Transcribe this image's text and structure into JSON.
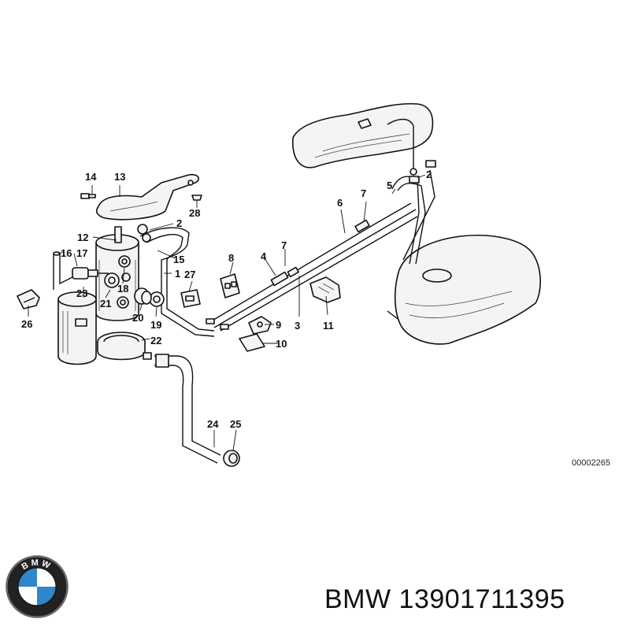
{
  "diagram": {
    "reference_code": "00002265",
    "callouts": [
      {
        "id": "c1",
        "label": "1"
      },
      {
        "id": "c2a",
        "label": "2"
      },
      {
        "id": "c2b",
        "label": "2"
      },
      {
        "id": "c3",
        "label": "3"
      },
      {
        "id": "c4",
        "label": "4"
      },
      {
        "id": "c5",
        "label": "5"
      },
      {
        "id": "c6",
        "label": "6"
      },
      {
        "id": "c7a",
        "label": "7"
      },
      {
        "id": "c7b",
        "label": "7"
      },
      {
        "id": "c8",
        "label": "8"
      },
      {
        "id": "c9",
        "label": "9"
      },
      {
        "id": "c10",
        "label": "10"
      },
      {
        "id": "c11",
        "label": "11"
      },
      {
        "id": "c12",
        "label": "12"
      },
      {
        "id": "c13",
        "label": "13"
      },
      {
        "id": "c14",
        "label": "14"
      },
      {
        "id": "c15",
        "label": "15"
      },
      {
        "id": "c16",
        "label": "16"
      },
      {
        "id": "c17",
        "label": "17"
      },
      {
        "id": "c18",
        "label": "18"
      },
      {
        "id": "c19",
        "label": "19"
      },
      {
        "id": "c20",
        "label": "20"
      },
      {
        "id": "c21",
        "label": "21"
      },
      {
        "id": "c22",
        "label": "22"
      },
      {
        "id": "c23",
        "label": "23"
      },
      {
        "id": "c24",
        "label": "24"
      },
      {
        "id": "c25",
        "label": "25"
      },
      {
        "id": "c26",
        "label": "26"
      },
      {
        "id": "c27",
        "label": "27"
      },
      {
        "id": "c28",
        "label": "28"
      }
    ]
  },
  "footer": {
    "brand": "BMW",
    "part_number": "13901711395",
    "logo_text": "BMW",
    "colors": {
      "logo_blue": "#2f86c8",
      "logo_ring": "#111111"
    }
  }
}
